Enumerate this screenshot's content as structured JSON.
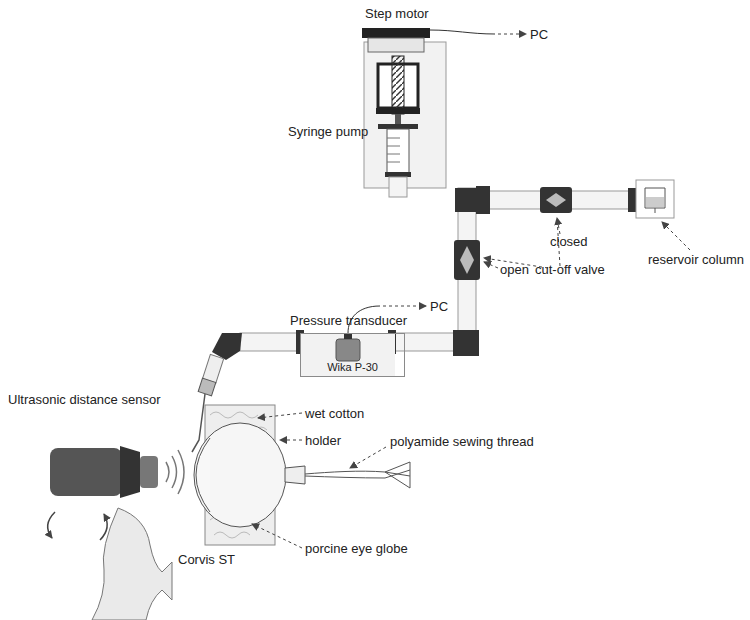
{
  "diagram": {
    "nodes": [
      {
        "text": [
          "Pressure transducer",
          "Wika P-30"
        ]
      }
    ],
    "labels": [
      "Step motor",
      "PC",
      "Syringe pump",
      "PC",
      "open",
      "closed",
      "cut-off valve",
      "reservoir column",
      "wet cotton",
      "holder",
      "Ultrasonic distance sensor",
      "polyamide sewing thread",
      "porcine eye globe",
      "Corvis ST"
    ]
  }
}
